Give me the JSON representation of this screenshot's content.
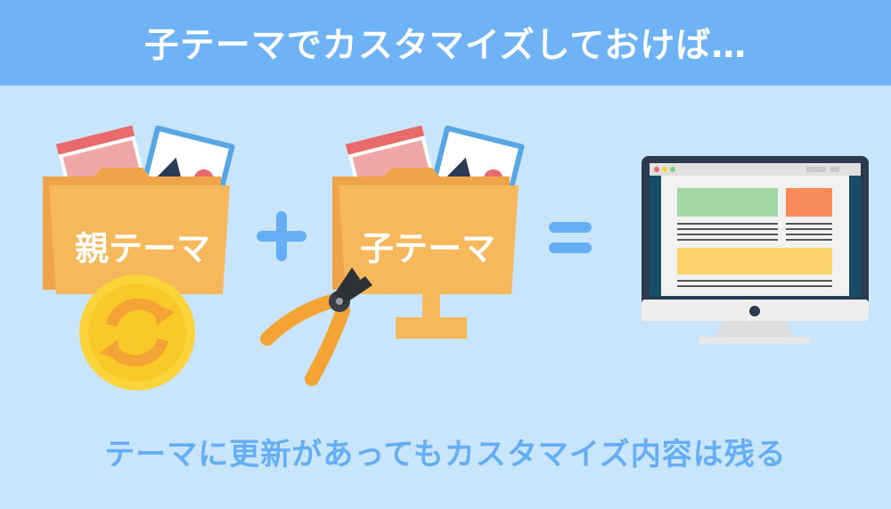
{
  "header": {
    "title": "子テーマでカスタマイズしておけば…"
  },
  "parent_folder": {
    "label": "親テーマ"
  },
  "child_folder": {
    "label": "子テーマ"
  },
  "operators": {
    "plus": "+",
    "equals": "="
  },
  "footer": {
    "text": "テーマに更新があってもカスタマイズ内容は残る"
  },
  "colors": {
    "background": "#c9e5fb",
    "header": "#6db3f6",
    "folder": "#f6b85a",
    "accent_blue": "#65aef5",
    "coin": "#fbd33a"
  },
  "icons": [
    "folder-icon",
    "sync-icon",
    "pliers-icon",
    "monitor-icon"
  ]
}
